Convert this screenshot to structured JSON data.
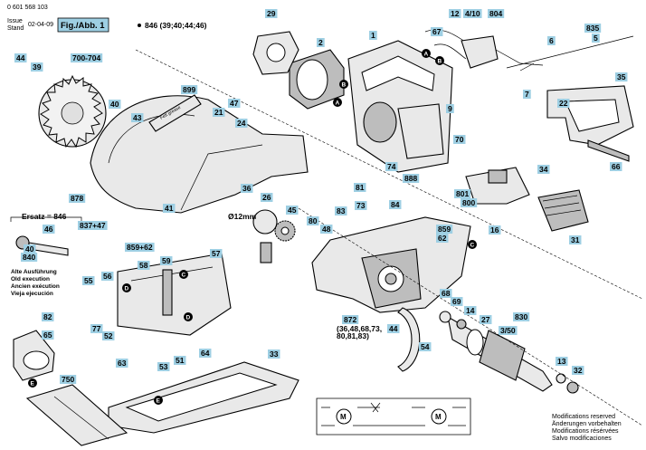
{
  "header": {
    "doc_number": "0 601 568 103",
    "issue_label": "Issue",
    "stand_label": "Stand",
    "date": "02-04-09",
    "fig_label": "Fig./Abb. 1"
  },
  "top_note": "846 (39;40;44;46)",
  "old_execution_notes": [
    "Alte Ausführung",
    "Old execution",
    "Ancien exécution",
    "Vieja ejecución"
  ],
  "ersatz_label": "Ersatz = 846",
  "diameter_label": "Ø12mm",
  "grease_label": "Fett grease",
  "footer_notes": [
    "Modifications reserved",
    "Änderungen vorbehalten",
    "Modifications résérvées",
    "Salvo modificaciones"
  ],
  "callouts": [
    {
      "label": "29"
    },
    {
      "label": "2"
    },
    {
      "label": "1"
    },
    {
      "label": "67"
    },
    {
      "label": "12"
    },
    {
      "label": "4/10"
    },
    {
      "label": "804"
    },
    {
      "label": "835"
    },
    {
      "label": "5"
    },
    {
      "label": "6"
    },
    {
      "label": "44"
    },
    {
      "label": "39"
    },
    {
      "label": "700-704"
    },
    {
      "label": "899"
    },
    {
      "label": "47"
    },
    {
      "label": "21"
    },
    {
      "label": "40"
    },
    {
      "label": "43"
    },
    {
      "label": "24"
    },
    {
      "label": "9"
    },
    {
      "label": "7"
    },
    {
      "label": "22"
    },
    {
      "label": "35"
    },
    {
      "label": "70"
    },
    {
      "label": "74"
    },
    {
      "label": "888"
    },
    {
      "label": "34"
    },
    {
      "label": "66"
    },
    {
      "label": "878"
    },
    {
      "label": "837+47"
    },
    {
      "label": "41"
    },
    {
      "label": "36"
    },
    {
      "label": "26"
    },
    {
      "label": "801"
    },
    {
      "label": "800"
    },
    {
      "label": "16"
    },
    {
      "label": "31"
    },
    {
      "label": "81"
    },
    {
      "label": "73"
    },
    {
      "label": "84"
    },
    {
      "label": "83"
    },
    {
      "label": "45"
    },
    {
      "label": "80"
    },
    {
      "label": "48"
    },
    {
      "label": "859"
    },
    {
      "label": "62"
    },
    {
      "label": "859+62"
    },
    {
      "label": "57"
    },
    {
      "label": "58"
    },
    {
      "label": "59"
    },
    {
      "label": "56"
    },
    {
      "label": "55"
    },
    {
      "label": "68"
    },
    {
      "label": "69"
    },
    {
      "label": "14"
    },
    {
      "label": "27"
    },
    {
      "label": "830"
    },
    {
      "label": "3/50"
    },
    {
      "label": "872"
    },
    {
      "label": "(36,48,68,73,"
    },
    {
      "label": "80,81,83)"
    },
    {
      "label": "44"
    },
    {
      "label": "54"
    },
    {
      "label": "82"
    },
    {
      "label": "77"
    },
    {
      "label": "52"
    },
    {
      "label": "64"
    },
    {
      "label": "65"
    },
    {
      "label": "63"
    },
    {
      "label": "53"
    },
    {
      "label": "51"
    },
    {
      "label": "33"
    },
    {
      "label": "750"
    },
    {
      "label": "13"
    },
    {
      "label": "32"
    },
    {
      "label": "46"
    },
    {
      "label": "40"
    },
    {
      "label": "840"
    }
  ],
  "markers": [
    {
      "label": "A"
    },
    {
      "label": "B"
    },
    {
      "label": "B"
    },
    {
      "label": "A"
    },
    {
      "label": "C"
    },
    {
      "label": "C"
    },
    {
      "label": "D"
    },
    {
      "label": "D"
    },
    {
      "label": "E"
    },
    {
      "label": "E"
    }
  ]
}
